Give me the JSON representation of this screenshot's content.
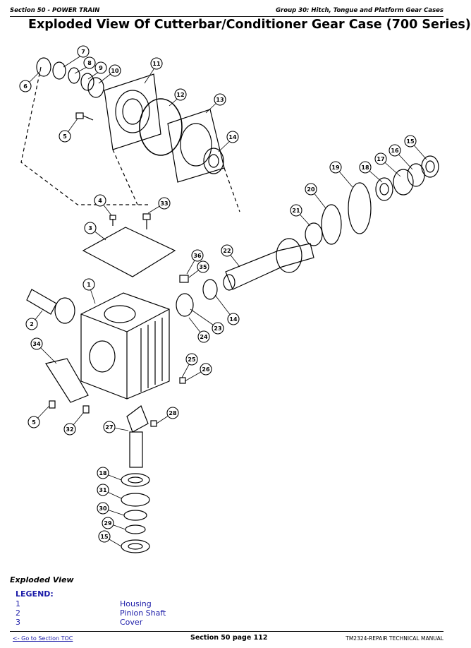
{
  "header": {
    "section": "Section 50 - POWER TRAIN",
    "group": "Group 30: Hitch, Tongue and Platform Gear Cases"
  },
  "title": "Exploded View Of Cutterbar/Conditioner Gear Case (700 Series)",
  "diagram": {
    "callouts": [
      "1",
      "2",
      "3",
      "4",
      "5",
      "5",
      "6",
      "7",
      "8",
      "9",
      "10",
      "11",
      "12",
      "13",
      "14",
      "14",
      "15",
      "15",
      "16",
      "17",
      "18",
      "18",
      "19",
      "20",
      "21",
      "22",
      "23",
      "24",
      "25",
      "26",
      "27",
      "28",
      "29",
      "30",
      "31",
      "32",
      "33",
      "34",
      "35",
      "36"
    ]
  },
  "caption": "Exploded View",
  "legend": {
    "heading": "LEGEND:",
    "items": [
      {
        "num": "1",
        "desc": "Housing"
      },
      {
        "num": "2",
        "desc": "Pinion Shaft"
      },
      {
        "num": "3",
        "desc": "Cover"
      }
    ]
  },
  "footer": {
    "toc_link": "<- Go to Section TOC",
    "page": "Section 50 page 112",
    "manual": "TM2324-REPAIR TECHNICAL MANUAL"
  }
}
